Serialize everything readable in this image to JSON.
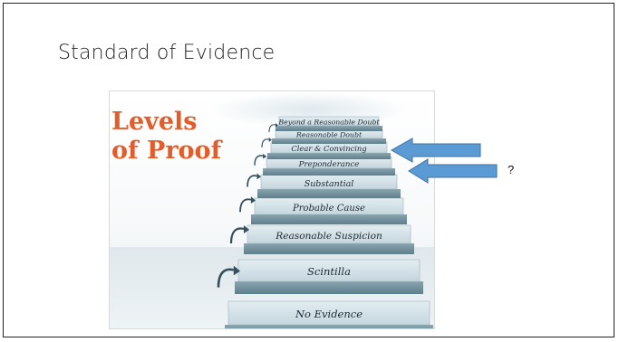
{
  "slide": {
    "title": "Standard of Evidence"
  },
  "figure": {
    "heading_line1": "Levels",
    "heading_line2": "of Proof",
    "steps": [
      "Beyond a Reasonable Doubt",
      "Reasonable Doubt",
      "Clear & Convincing",
      "Preponderance",
      "Substantial",
      "Probable Cause",
      "Reasonable Suspicion",
      "Scintilla",
      "No Evidence"
    ]
  },
  "annotation": {
    "question_mark": "?"
  },
  "colors": {
    "heading": "#e35d2a",
    "step_face": "#cfdde3",
    "step_riser": "#6f8d99",
    "arrow_fill": "#5b9bd5",
    "arrow_stroke": "#41719c"
  }
}
